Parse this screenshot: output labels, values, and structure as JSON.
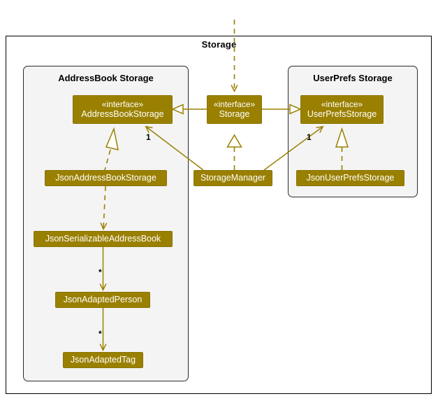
{
  "diagram": {
    "type": "uml-class-diagram",
    "frame_title": "Storage",
    "accent_color": "#9a8000",
    "package_bg": "#f4f4f4",
    "frame_bg": "#ffffff",
    "packages": [
      {
        "id": "addressbook-storage",
        "title": "AddressBook Storage"
      },
      {
        "id": "userprefs-storage",
        "title": "UserPrefs Storage"
      }
    ],
    "nodes": [
      {
        "id": "addressbookstorage",
        "stereotype": "«interface»",
        "name": "AddressBookStorage"
      },
      {
        "id": "storage",
        "stereotype": "«interface»",
        "name": "Storage"
      },
      {
        "id": "userprefsstorage",
        "stereotype": "«interface»",
        "name": "UserPrefsStorage"
      },
      {
        "id": "jsonaddressbookstorage",
        "stereotype": "",
        "name": "JsonAddressBookStorage"
      },
      {
        "id": "storagemanager",
        "stereotype": "",
        "name": "StorageManager"
      },
      {
        "id": "jsonuserprefsstorage",
        "stereotype": "",
        "name": "JsonUserPrefsStorage"
      },
      {
        "id": "jsonserializableaddressbook",
        "stereotype": "",
        "name": "JsonSerializableAddressBook"
      },
      {
        "id": "jsonadaptedperson",
        "stereotype": "",
        "name": "JsonAdaptedPerson"
      },
      {
        "id": "jsonadaptedtag",
        "stereotype": "",
        "name": "JsonAdaptedTag"
      }
    ],
    "multiplicities": [
      {
        "id": "mult-abs",
        "label": "1"
      },
      {
        "id": "mult-ups",
        "label": "1"
      },
      {
        "id": "mult-person",
        "label": "*"
      },
      {
        "id": "mult-tag",
        "label": "*"
      }
    ],
    "relations": [
      {
        "id": "external-to-storage",
        "kind": "dependency",
        "from": "external",
        "to": "storage"
      },
      {
        "id": "storage-realizes-addressbookstorage",
        "kind": "realization",
        "from": "storage",
        "to": "addressbookstorage"
      },
      {
        "id": "storage-realizes-userprefsstorage",
        "kind": "realization",
        "from": "storage",
        "to": "userprefsstorage"
      },
      {
        "id": "storagemanager-realizes-storage",
        "kind": "realization",
        "from": "storagemanager",
        "to": "storage"
      },
      {
        "id": "storagemanager-uses-addressbookstorage",
        "kind": "association",
        "from": "storagemanager",
        "to": "addressbookstorage",
        "multiplicity": "1"
      },
      {
        "id": "storagemanager-uses-userprefsstorage",
        "kind": "association",
        "from": "storagemanager",
        "to": "userprefsstorage",
        "multiplicity": "1"
      },
      {
        "id": "jsonaddressbookstorage-realizes-addressbookstorage",
        "kind": "realization",
        "from": "jsonaddressbookstorage",
        "to": "addressbookstorage"
      },
      {
        "id": "jsonuserprefsstorage-realizes-userprefsstorage",
        "kind": "realization",
        "from": "jsonuserprefsstorage",
        "to": "userprefsstorage"
      },
      {
        "id": "jsonaddressbookstorage-depends-jsonserializableaddressbook",
        "kind": "dependency",
        "from": "jsonaddressbookstorage",
        "to": "jsonserializableaddressbook"
      },
      {
        "id": "jsonserializableaddressbook-contains-jsonadaptedperson",
        "kind": "association",
        "from": "jsonserializableaddressbook",
        "to": "jsonadaptedperson",
        "multiplicity": "*"
      },
      {
        "id": "jsonadaptedperson-contains-jsonadaptedtag",
        "kind": "association",
        "from": "jsonadaptedperson",
        "to": "jsonadaptedtag",
        "multiplicity": "*"
      }
    ]
  }
}
